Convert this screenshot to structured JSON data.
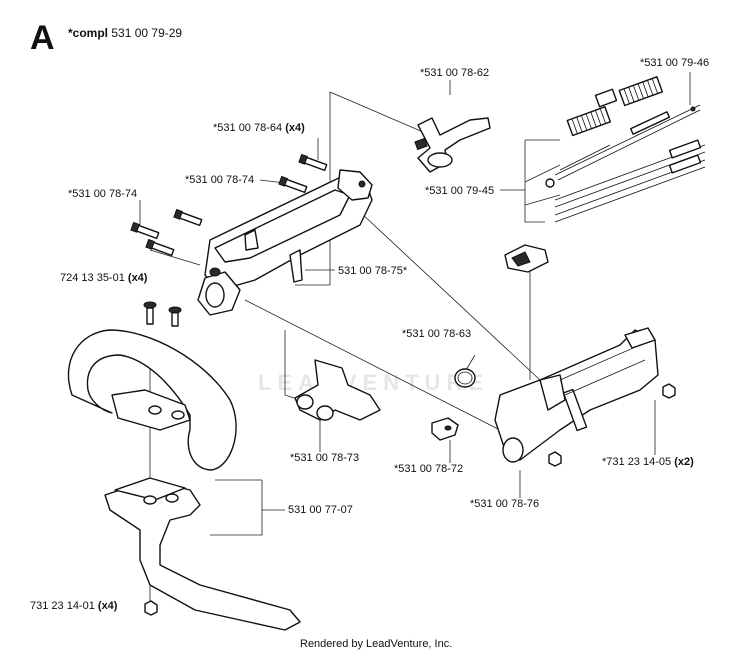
{
  "section_letter": "A",
  "compl": {
    "prefix": "*compl",
    "number": "531 00 79-29"
  },
  "labels": {
    "p_531_00_78_62": "*531 00 78-62",
    "p_531_00_79_46": "*531 00 79-46",
    "p_531_00_78_64": "*531 00 78-64",
    "p_531_00_78_64_qty": "(x4)",
    "p_531_00_78_74_a": "*531 00 78-74",
    "p_531_00_79_45": "*531 00 79-45",
    "p_531_00_78_74_b": "*531 00 78-74",
    "p_531_00_78_75": "531 00 78-75*",
    "p_724_13_35_01": "724 13 35-01",
    "p_724_13_35_01_qty": "(x4)",
    "p_531_00_78_63": "*531 00 78-63",
    "p_531_00_78_73": "*531 00 78-73",
    "p_531_00_78_72": "*531 00 78-72",
    "p_731_23_14_05": "*731 23 14-05",
    "p_731_23_14_05_qty": "(x2)",
    "p_531_00_78_76": "*531 00 78-76",
    "p_531_00_77_07": "531 00 77-07",
    "p_731_23_14_01": "731 23 14-01",
    "p_731_23_14_01_qty": "(x4)"
  },
  "watermark": "LEADVENTURE",
  "footer": "Rendered by LeadVenture, Inc."
}
